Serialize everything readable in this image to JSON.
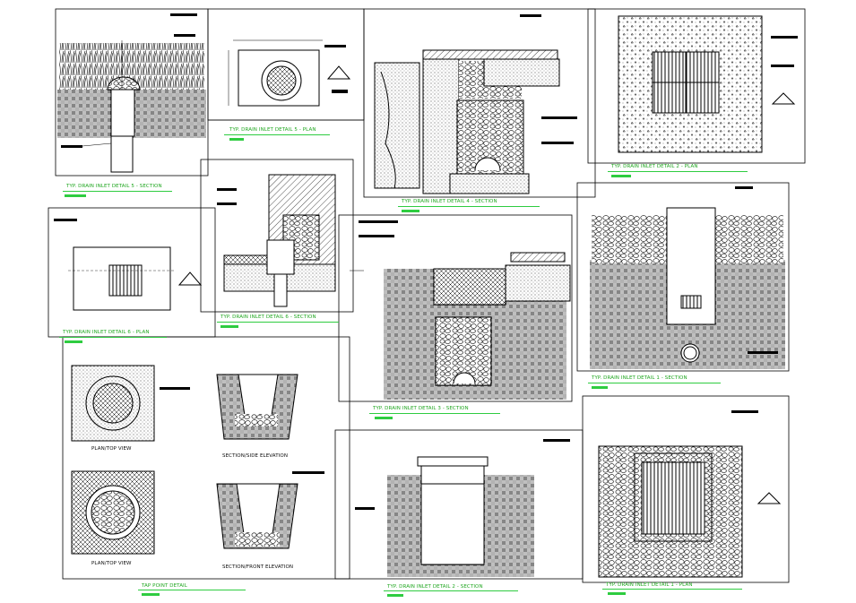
{
  "colors": {
    "linework": "#000000",
    "caption": "#1fa61f",
    "accent_line": "#2ecc40",
    "background": "#ffffff"
  },
  "captions": {
    "d5_section": "TYP. DRAIN INLET DETAIL 5 - SECTION",
    "d5_plan": "TYP. DRAIN INLET DETAIL 5 - PLAN",
    "d4_section": "TYP. DRAIN INLET DETAIL 4 - SECTION",
    "d2_plan_top": "TYP. DRAIN INLET DETAIL 2 - PLAN",
    "d6_plan": "TYP. DRAIN INLET DETAIL 6 - PLAN",
    "d6_section": "TYP. DRAIN INLET DETAIL 6 - SECTION",
    "d3_section": "TYP. DRAIN INLET DETAIL 3 - SECTION",
    "d1_section": "TYP. DRAIN INLET DETAIL 1 - SECTION",
    "tap_point": "TAP POINT DETAIL",
    "d2_section": "TYP. DRAIN INLET DETAIL 2 - SECTION",
    "d1_plan": "TYP. DRAIN INLET DETAIL 1 - PLAN",
    "plan_top_view_1": "PLAN/TOP VIEW",
    "plan_top_view_2": "PLAN/TOP VIEW",
    "section_side": "SECTION/SIDE ELEVATION",
    "section_front": "SECTION/FRONT ELEVATION"
  }
}
